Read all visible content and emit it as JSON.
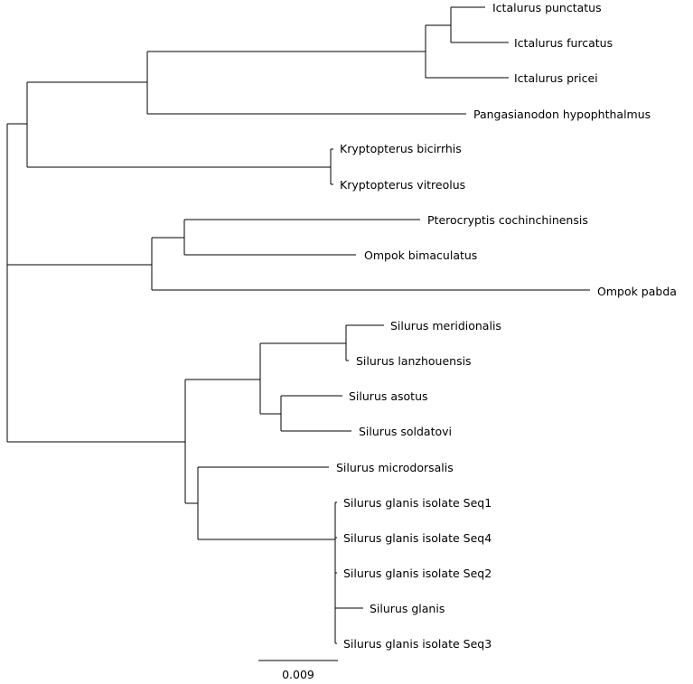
{
  "tree": {
    "taxa": [
      "Ictalurus punctatus",
      "Ictalurus furcatus",
      "Ictalurus pricei",
      "Pangasianodon hypophthalmus",
      "Kryptopterus bicirrhis",
      "Kryptopterus vitreolus",
      "Pterocryptis cochinchinensis",
      "Ompok bimaculatus",
      "Ompok pabda",
      "Silurus meridionalis",
      "Silurus lanzhouensis",
      "Silurus asotus",
      "Silurus soldatovi",
      "Silurus microdorsalis",
      "Silurus glanis isolate Seq1",
      "Silurus glanis isolate Seq4",
      "Silurus glanis isolate Seq2",
      "Silurus glanis",
      "Silurus glanis isolate Seq3"
    ]
  },
  "scale_bar": {
    "label": "0.009"
  }
}
